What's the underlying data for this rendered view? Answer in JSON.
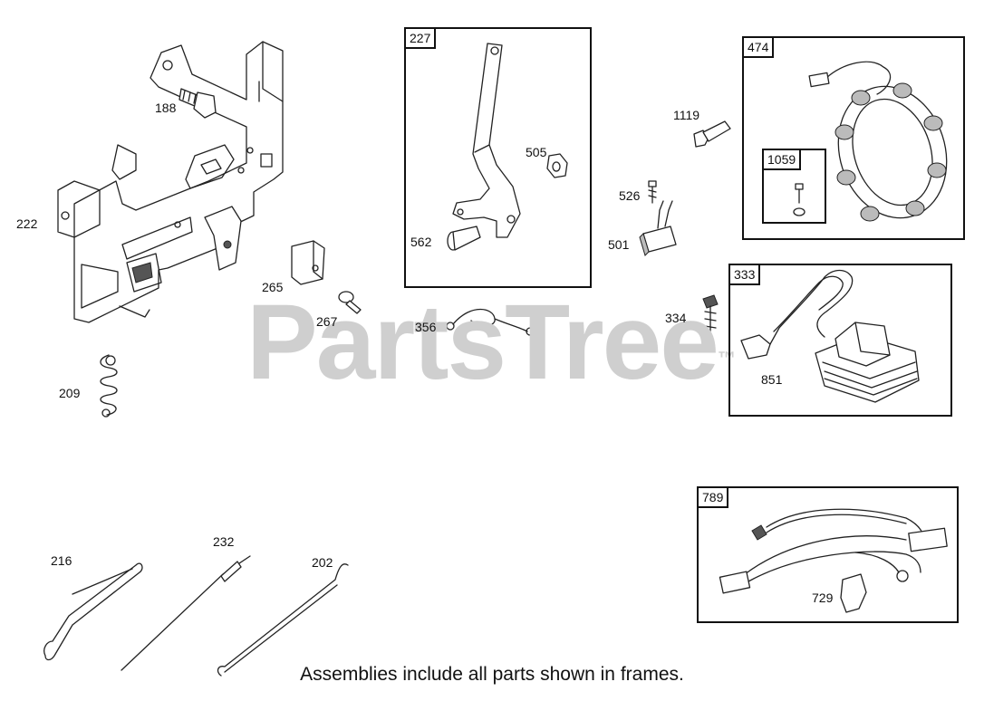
{
  "watermark": {
    "text": "PartsTree",
    "mark": "™"
  },
  "footer": "Assemblies include all parts shown in frames.",
  "frames": [
    {
      "id": "227"
    },
    {
      "id": "474"
    },
    {
      "id": "1059"
    },
    {
      "id": "333"
    },
    {
      "id": "789"
    }
  ],
  "labels": {
    "p188": "188",
    "p222": "222",
    "p265": "265",
    "p267": "267",
    "p209": "209",
    "p562": "562",
    "p505": "505",
    "p356": "356",
    "p1119": "1119",
    "p526": "526",
    "p501": "501",
    "p334": "334",
    "p851": "851",
    "p729": "729",
    "p216": "216",
    "p232": "232",
    "p202": "202"
  }
}
